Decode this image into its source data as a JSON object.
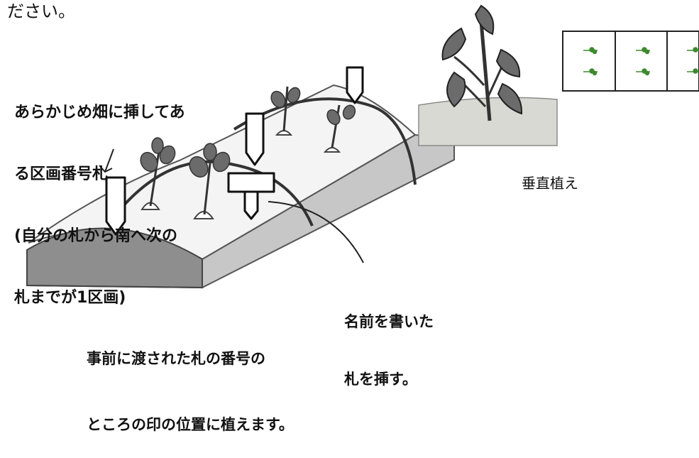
{
  "top_fragment": "ださい。",
  "stake_label": {
    "line1": "あらかじめ畑に挿してあ",
    "line2": "る区画番号札",
    "line3": "(自分の札から南へ次の",
    "line4": "札までが1区画)"
  },
  "name_label": {
    "line1": "名前を書いた",
    "line2": "札を挿す。"
  },
  "bottom_caption": {
    "line1": "事前に渡された札の番号の",
    "line2": "ところの印の位置に植えます。"
  },
  "vertical_planting_label": "垂直植え",
  "colors": {
    "bed_side": "#c7c7c7",
    "bed_end": "#8e8e8e",
    "mulch_top": "#f2f2f2",
    "soil": "#d9d9d4",
    "leaf": "#6b6b6b",
    "grid_plant": "#3d8a2e"
  }
}
